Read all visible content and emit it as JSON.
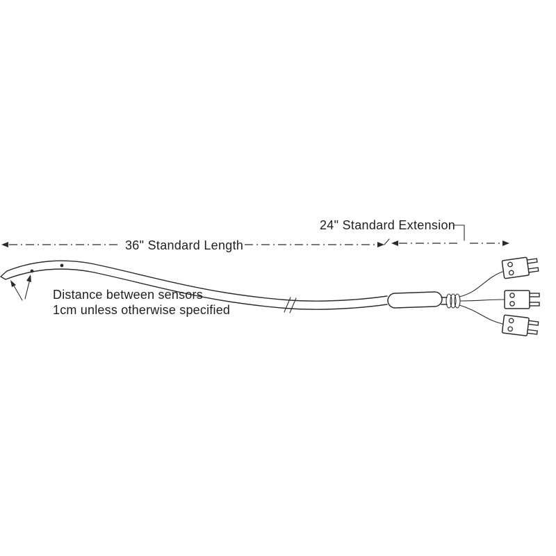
{
  "diagram": {
    "type": "technical-line-drawing",
    "subject": "multi-sensor probe with extension cable and three thermocouple connectors",
    "colors": {
      "background": "#ffffff",
      "line_ink": "#2b2b2b",
      "text_ink": "#1f1f1f"
    },
    "dimensions": {
      "standard_length_label": "36\" Standard Length",
      "standard_extension_label": "24\" Standard Extension"
    },
    "notes": {
      "sensor_note_line1": "Distance between sensors",
      "sensor_note_line2": "1cm unless otherwise specified"
    },
    "parts": {
      "probe": "curved probe shaft with sensor dots",
      "sensor_count_shown": 2,
      "cable_wrap": "cable band",
      "splice_sleeve": "splice sleeve",
      "strain_relief_coil": "wrap coil",
      "connector_count": 3,
      "connector_type": "two-prong plug with two screws"
    }
  }
}
